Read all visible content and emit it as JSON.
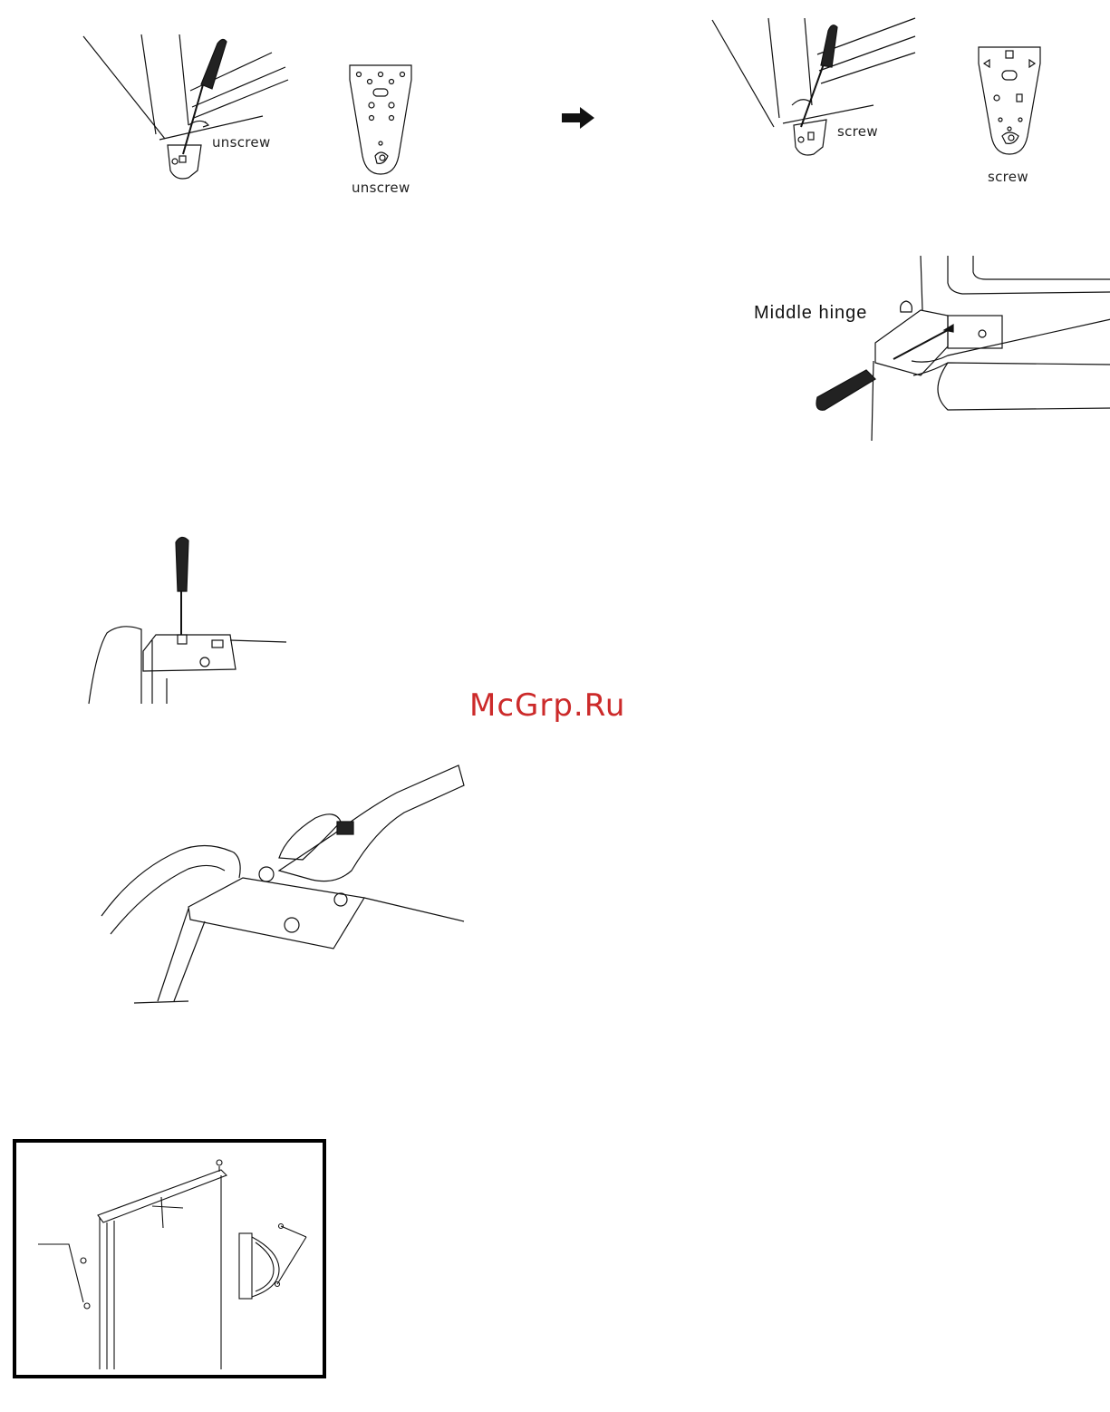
{
  "labels": {
    "unscrew_left": "unscrew",
    "unscrew_plate": "unscrew",
    "screw_right": "screw",
    "screw_plate": "screw",
    "middle_hinge": "Middle hinge"
  },
  "watermark": "McGrp.Ru",
  "colors": {
    "ink": "#111111",
    "watermark": "#cc2a2a",
    "background": "#ffffff"
  },
  "icons": {
    "step_arrow": "right-arrow-icon"
  }
}
